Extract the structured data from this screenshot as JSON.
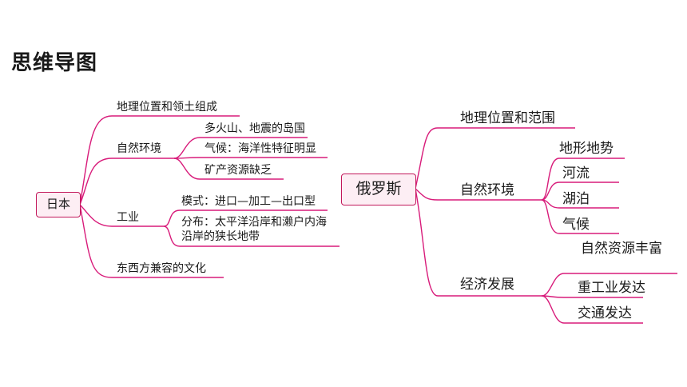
{
  "page": {
    "title": "思维导图"
  },
  "japan": {
    "root": "日本",
    "location": "地理位置和领土组成",
    "nature": {
      "label": "自然环境",
      "items": [
        "多火山、地震的岛国",
        "气候：海洋性特征明显",
        "矿产资源缺乏"
      ]
    },
    "industry": {
      "label": "工业",
      "mode": "模式：进口—加工—出口型",
      "distribution_line1": "分布：太平洋沿岸和濑户内海",
      "distribution_line2": "沿岸的狭长地带"
    },
    "culture": "东西方兼容的文化"
  },
  "russia": {
    "root": "俄罗斯",
    "location": "地理位置和范围",
    "nature": {
      "label": "自然环境",
      "items": [
        "地形地势",
        "河流",
        "湖泊",
        "气候"
      ]
    },
    "economy": {
      "label": "经济发展",
      "items": [
        "自然资源丰富",
        "重工业发达",
        "交通发达"
      ]
    }
  },
  "colors": {
    "line": "#d81b7a",
    "root_fill": "#fdeef4",
    "root_border": "#c2185b"
  }
}
